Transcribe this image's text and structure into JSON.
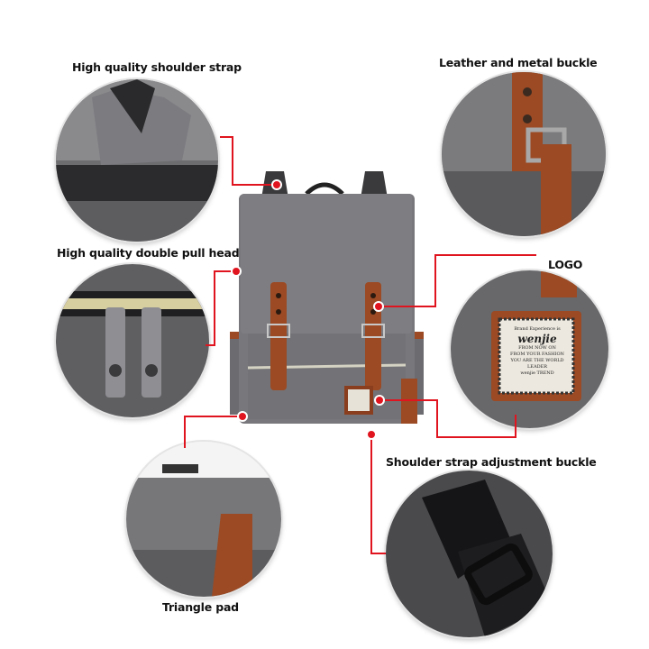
{
  "labels": {
    "shoulder_strap": "High quality shoulder strap",
    "buckle": "Leather and metal buckle",
    "pull_head": "High quality double pull head",
    "logo": "LOGO",
    "adjust_buckle": "Shoulder strap adjustment buckle",
    "triangle_pad": "Triangle pad"
  },
  "logo_patch": {
    "line1": "Brand Experience is",
    "brand": "wenjie",
    "line2": "FROM NOW ON",
    "line3": "FROM YOUR FASHION",
    "line4": "YOU ARE THE WORLD LEADER",
    "line5": "wenjie TREND"
  },
  "colors": {
    "accent_red": "#e0141e",
    "bag_gray": "#76767a",
    "leather_brown": "#9b4a24"
  }
}
